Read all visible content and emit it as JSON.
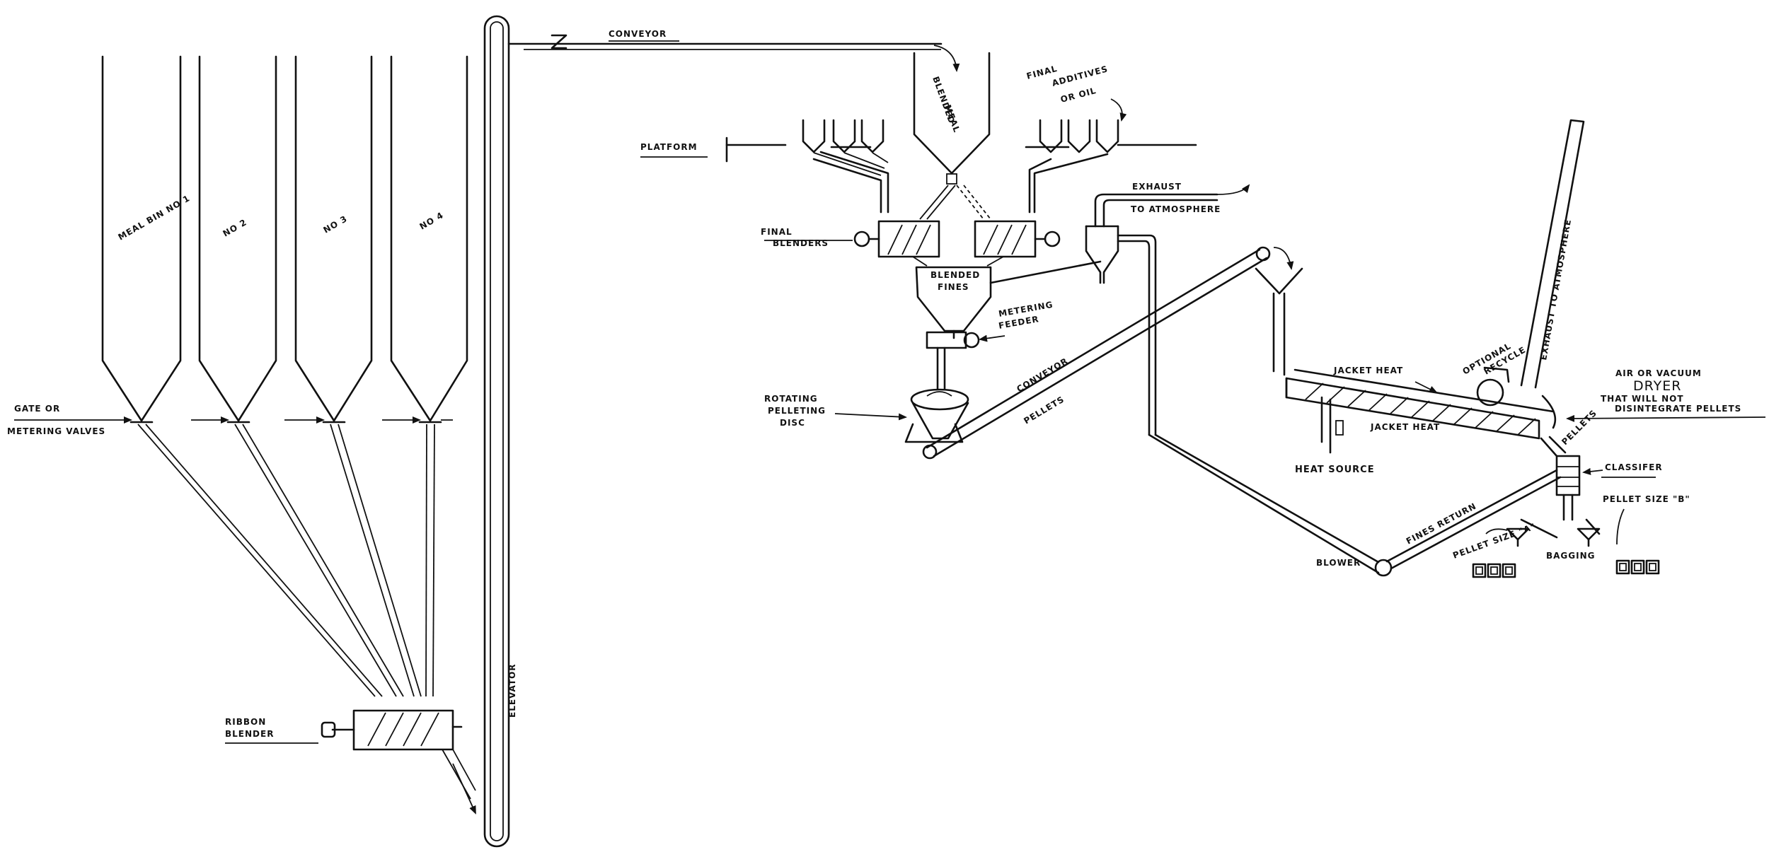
{
  "labels": {
    "bin1": "MEAL BIN NO 1",
    "bin2": "NO 2",
    "bin3": "NO 3",
    "bin4": "NO 4",
    "gate_valves_line1": "GATE OR",
    "gate_valves_line2": "METERING VALVES",
    "ribbon_blender_line1": "RIBBON",
    "ribbon_blender_line2": "BLENDER",
    "elevator": "ELEVATOR",
    "conveyor_top": "CONVEYOR",
    "blended_meal_line1": "BLENDED",
    "blended_meal_line2": "MEAL",
    "final_additives_line1": "FINAL",
    "final_additives_line2": "ADDITIVES",
    "final_additives_line3": "OR OIL",
    "platform": "PLATFORM",
    "final_blenders_line1": "FINAL",
    "final_blenders_line2": "BLENDERS",
    "blended_fines_line1": "BLENDED",
    "blended_fines_line2": "FINES",
    "metering_feeder_line1": "METERING",
    "metering_feeder_line2": "FEEDER",
    "pelleting_disc_line1": "ROTATING",
    "pelleting_disc_line2": "PELLETING",
    "pelleting_disc_line3": "DISC",
    "exhaust_line1": "EXHAUST",
    "exhaust_line2": "TO ATMOSPHERE",
    "conveyor_pellets_line1": "CONVEYOR",
    "conveyor_pellets_line2": "PELLETS",
    "jacket_heat_top": "JACKET HEAT",
    "jacket_heat_bottom": "JACKET HEAT",
    "heat_source": "HEAT SOURCE",
    "optional_recycle_line1": "OPTIONAL",
    "optional_recycle_line2": "RECYCLE",
    "exhaust_stack": "EXHAUST TO ATMOSPHERE",
    "dryer_line1": "AIR OR VACUUM",
    "dryer_line2": "DRYER",
    "dryer_line3": "THAT WILL NOT",
    "dryer_line4": "DISINTEGRATE PELLETS",
    "pellets_label": "PELLETS",
    "classifier": "CLASSIFER",
    "fines_return": "FINES RETURN",
    "blower": "BLOWER",
    "pellet_size_a": "PELLET SIZE \"A\"",
    "pellet_size_b": "PELLET SIZE \"B\"",
    "bagging": "BAGGING"
  },
  "colors": {
    "ink": "#111111",
    "paper": "#ffffff"
  }
}
